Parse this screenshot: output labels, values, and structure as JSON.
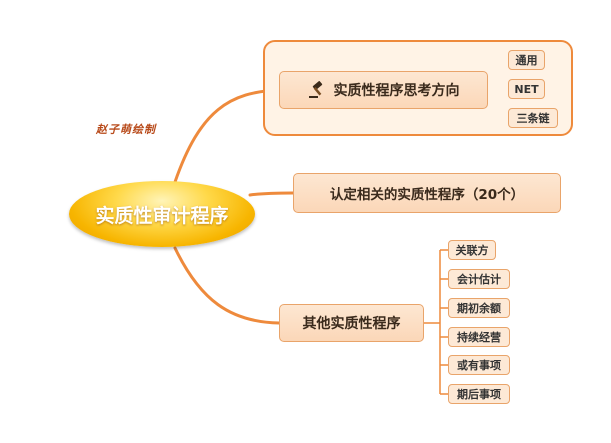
{
  "root": {
    "label": "实质性审计程序"
  },
  "signature": "赵子萌绘制",
  "branches": [
    {
      "label": "实质性程序思考方向",
      "icon": "gavel-icon",
      "children": [
        "通用",
        "NET",
        "三条链"
      ]
    },
    {
      "label": "认定相关的实质性程序（20个）",
      "children": []
    },
    {
      "label": "其他实质性程序",
      "children": [
        "关联方",
        "会计估计",
        "期初余额",
        "持续经营",
        "或有事项",
        "期后事项"
      ]
    }
  ],
  "colors": {
    "connector": "#ee8a3c",
    "node_fill": "#fbd7b8",
    "node_border": "#e9a46a",
    "root_fill": "#f7b500",
    "group_frame": "#ee8a3c"
  }
}
